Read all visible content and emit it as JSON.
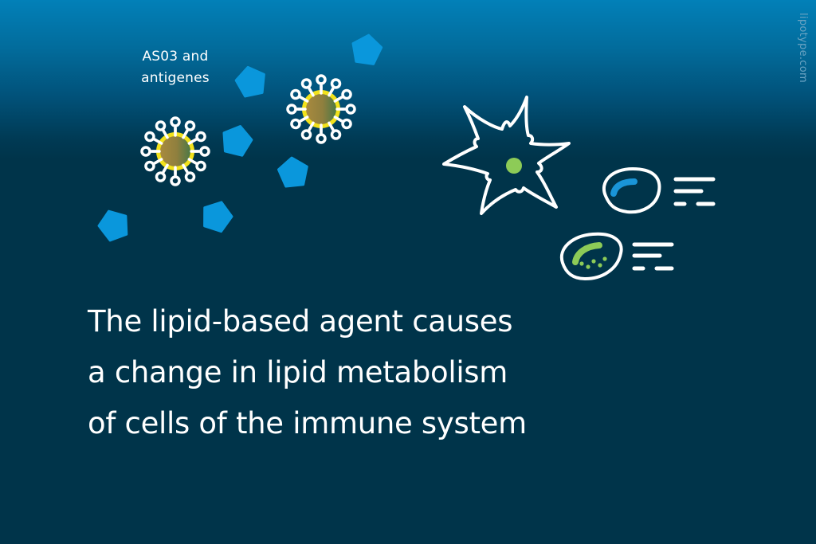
{
  "illustration": {
    "antigen_label_line1": "AS03 and",
    "antigen_label_line2": "antigenes",
    "watermark": "lipotype.com",
    "headline": [
      "The lipid-based agent causes",
      "a change in lipid metabolism",
      "of cells of the immune system"
    ],
    "icons": [
      "virus-icon",
      "antigen-pentagon-icon",
      "dendritic-cell-icon",
      "immune-cell-icon",
      "speed-lines-icon"
    ],
    "colors": {
      "background_top": "#0280b8",
      "background_bottom": "#00344a",
      "antigen_blue": "#0a97dc",
      "virus_ring_yellow": "#f2e21b",
      "virus_core_brown": "#a48a40",
      "virus_core_green": "#4f7a45",
      "nucleus_green": "#8dcb57",
      "organelle_blue": "#1a95d8",
      "line_white": "#ffffff",
      "watermark": "#6aa3c2"
    }
  }
}
